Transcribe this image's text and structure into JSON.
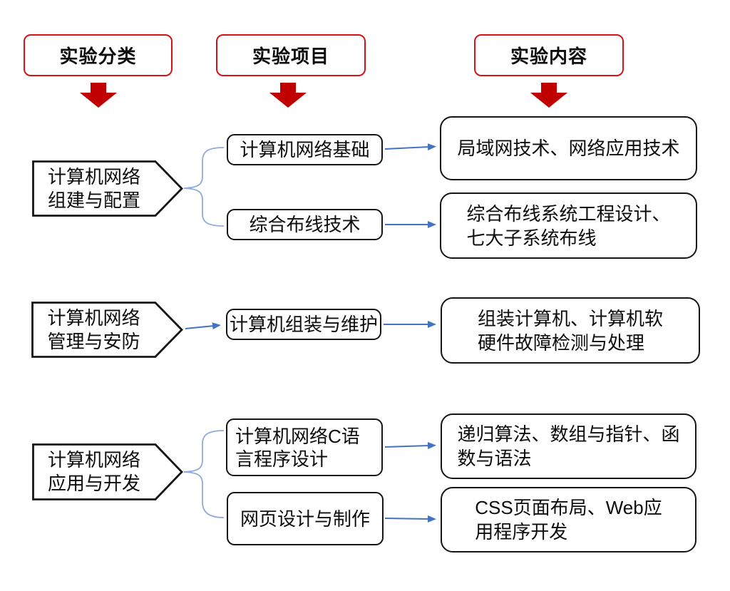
{
  "columns": [
    {
      "label": "实验分类"
    },
    {
      "label": "实验项目"
    },
    {
      "label": "实验内容"
    }
  ],
  "rows": [
    {
      "category": {
        "line1": "计算机网络",
        "line2": "组建与配置"
      },
      "projects": [
        {
          "name": "计算机网络基础",
          "content_line1": "局域网技术、网络应用技术"
        },
        {
          "name": "综合布线技术",
          "content_line1": "综合布线系统工程设计、",
          "content_line2": "七大子系统布线"
        }
      ]
    },
    {
      "category": {
        "line1": "计算机网络",
        "line2": "管理与安防"
      },
      "projects": [
        {
          "name": "计算机组装与维护",
          "content_line1": "组装计算机、计算机软",
          "content_line2": "硬件故障检测与处理"
        }
      ]
    },
    {
      "category": {
        "line1": "计算机网络",
        "line2": "应用与开发"
      },
      "projects": [
        {
          "name_line1": "计算机网络C语",
          "name_line2": "言程序设计",
          "content_line1": "递归算法、数组与指针、函",
          "content_line2": "数与语法"
        },
        {
          "name": "网页设计与制作",
          "content_line1": "CSS页面布局、Web应",
          "content_line2": "用程序开发"
        }
      ]
    }
  ],
  "colors": {
    "header_border": "#d41317",
    "header_arrow": "#c00000",
    "connector_blue": "#4472c4",
    "brace_blue": "#8faadc",
    "shape_border": "#151515"
  }
}
